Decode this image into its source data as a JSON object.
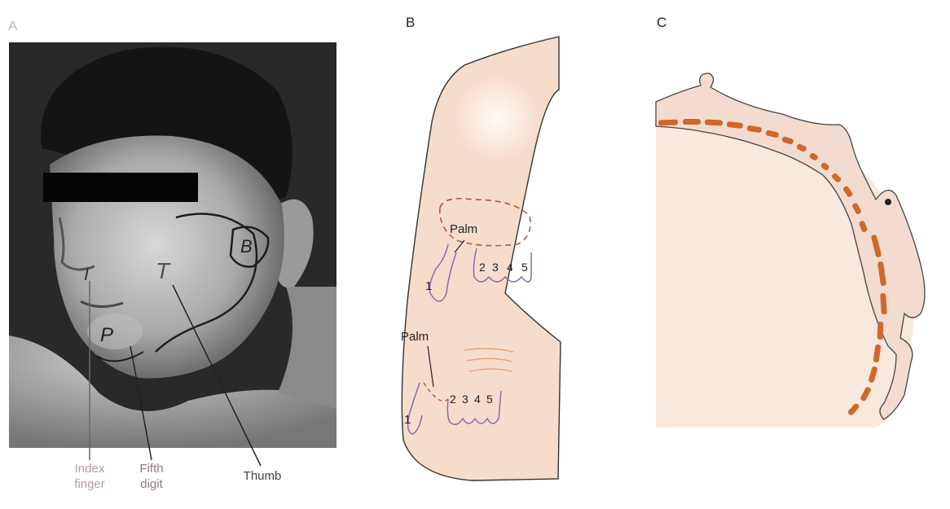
{
  "panels": {
    "a": {
      "letter": "A",
      "photo_labels": {
        "index_mark": "I",
        "fifth_mark": "P",
        "thumb_mark": "T",
        "b_mark": "B"
      },
      "callouts": {
        "index_finger": "Index\nfinger",
        "fifth_digit": "Fifth\ndigit",
        "thumb": "Thumb"
      }
    },
    "b": {
      "letter": "B",
      "upper_map": {
        "palm": "Palm",
        "digits": [
          "1",
          "2",
          "3",
          "4",
          "5"
        ]
      },
      "lower_map": {
        "palm": "Palm",
        "digits": [
          "1",
          "2",
          "3",
          "4",
          "5"
        ]
      }
    },
    "c": {
      "letter": "C"
    }
  },
  "colors": {
    "skin": "#f6dccb",
    "skin_light": "#fae9dc",
    "dashed_outline": "#b25a35",
    "digit_outline": "#8a6aa6",
    "homunculus_bar": "#d0672c",
    "cortex_fill": "#f8e8dd"
  }
}
